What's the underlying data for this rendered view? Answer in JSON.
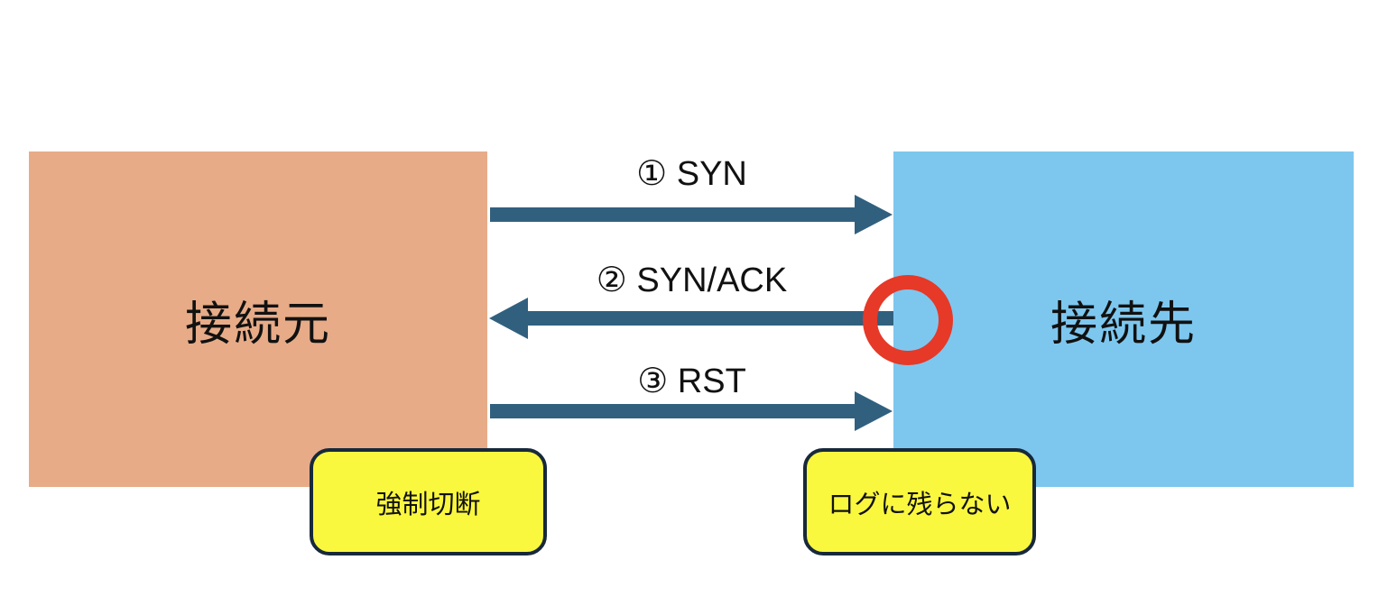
{
  "diagram": {
    "title": "TCP RST disconnect sequence",
    "nodes": {
      "source": {
        "label": "接続元",
        "fill": "#E7AB88"
      },
      "target": {
        "label": "接続先",
        "fill": "#7DC7EF"
      }
    },
    "arrows": [
      {
        "label": "① SYN",
        "direction": "right",
        "from": "source",
        "to": "target",
        "blocked": false
      },
      {
        "label": "② SYN/ACK",
        "direction": "left",
        "from": "target",
        "to": "source",
        "blocked": true
      },
      {
        "label": "③ RST",
        "direction": "right",
        "from": "source",
        "to": "target",
        "blocked": false
      }
    ],
    "block_marker": {
      "shape": "ring",
      "color": "#E63928",
      "on_arrow": "② SYN/ACK"
    },
    "callouts": [
      {
        "label": "強制切断",
        "attached_to": "source"
      },
      {
        "label": "ログに残らない",
        "attached_to": "target"
      }
    ],
    "colors": {
      "arrow": "#31607F",
      "source_fill": "#E7AB88",
      "target_fill": "#7DC7EF",
      "callout_fill": "#FAF73F",
      "callout_border": "#17293B",
      "block_ring": "#E63928",
      "background": "#FFFFFF"
    }
  }
}
